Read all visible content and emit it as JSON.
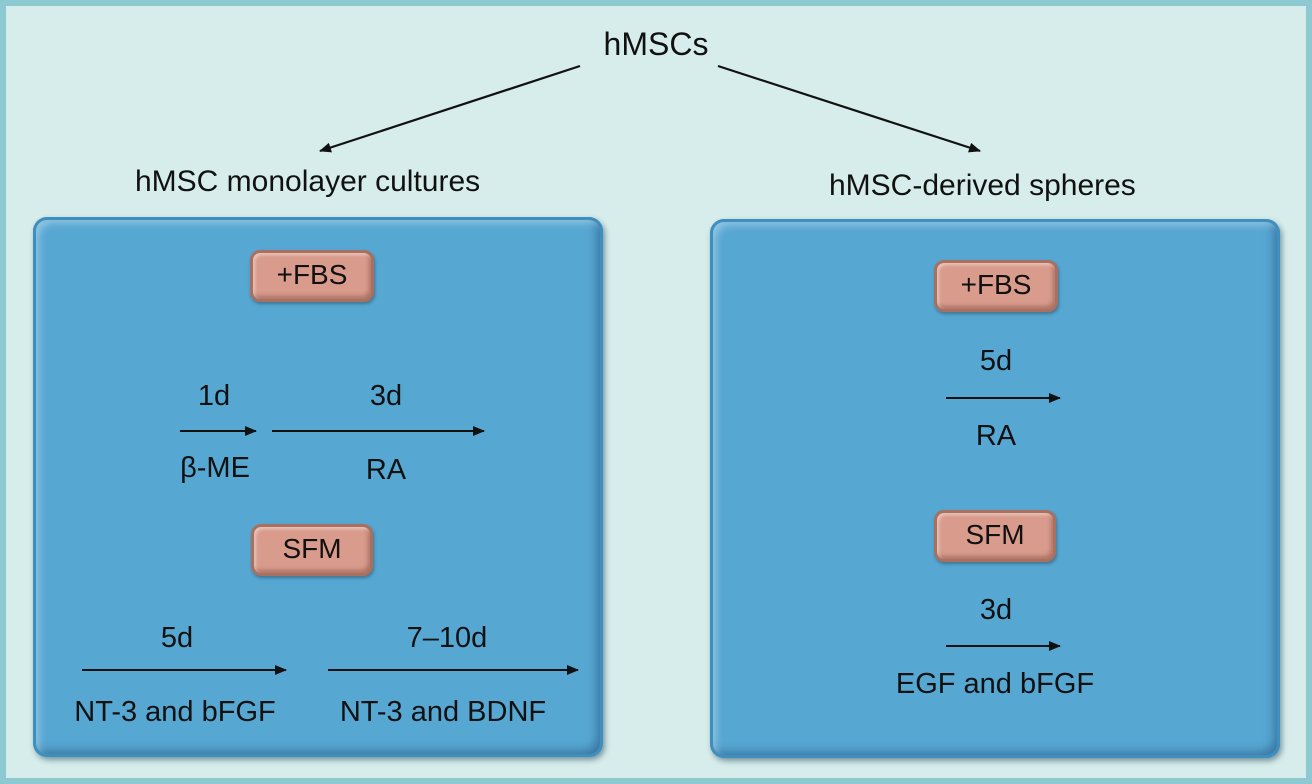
{
  "root": {
    "label": "hMSCs"
  },
  "left": {
    "title": "hMSC monolayer cultures",
    "fbs_label": "+FBS",
    "step1": {
      "duration": "1d",
      "agent": "β-ME"
    },
    "step2": {
      "duration": "3d",
      "agent": "RA"
    },
    "sfm_label": "SFM",
    "step3": {
      "duration": "5d",
      "agent": "NT-3 and bFGF"
    },
    "step4": {
      "duration": "7–10d",
      "agent": "NT-3 and BDNF"
    }
  },
  "right": {
    "title": "hMSC-derived spheres",
    "fbs_label": "+FBS",
    "step1": {
      "duration": "5d",
      "agent": "RA"
    },
    "sfm_label": "SFM",
    "step2": {
      "duration": "3d",
      "agent": "EGF and bFGF"
    }
  },
  "colors": {
    "background": "#d3ecea",
    "panel": "#57a7d3",
    "pill": "#d99b8c"
  }
}
